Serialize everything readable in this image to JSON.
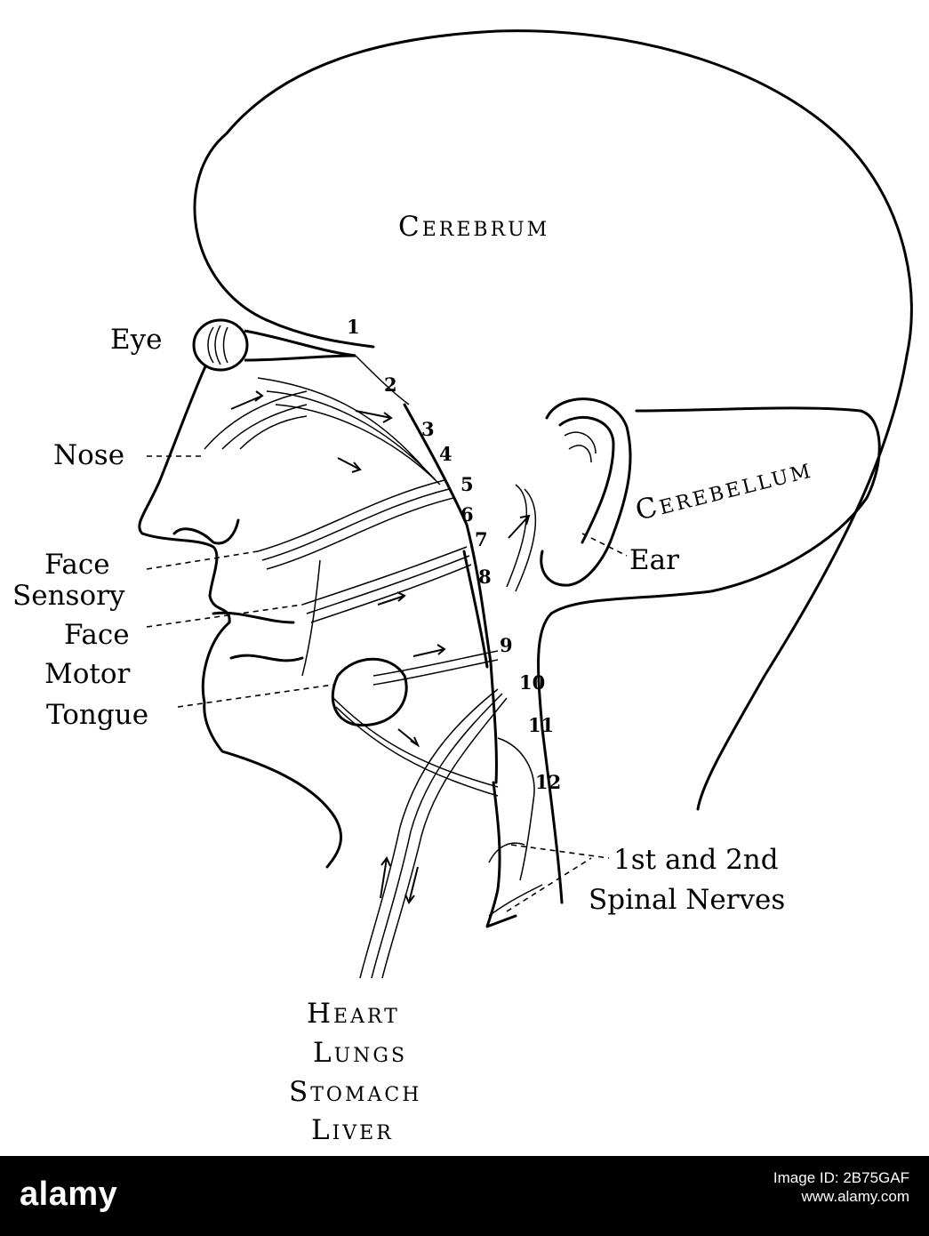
{
  "diagram": {
    "labels": {
      "cerebrum": "Cerebrum",
      "cerebellum": "Cerebellum",
      "eye": "Eye",
      "nose": "Nose",
      "ear": "Ear",
      "face_sensory_1": "Face",
      "face_sensory_2": "Sensory",
      "face_motor_1": "Face",
      "face_motor_2": "Motor",
      "tongue": "Tongue",
      "spinal_1": "1st and 2nd",
      "spinal_2": "Spinal Nerves",
      "organs": [
        "Heart",
        "Lungs",
        "Stomach",
        "Liver"
      ]
    },
    "nerve_numbers": [
      "1",
      "2",
      "3",
      "4",
      "5",
      "6",
      "7",
      "8",
      "9",
      "10",
      "11",
      "12"
    ]
  },
  "footer": {
    "logo_text": "alamy",
    "stock_photo_text": "Image ID: 2B75GAF",
    "url_text": "www.alamy.com"
  },
  "colors": {
    "ink": "#000000",
    "paper": "#ffffff",
    "footer_bg": "#000000",
    "footer_text": "#ffffff"
  }
}
